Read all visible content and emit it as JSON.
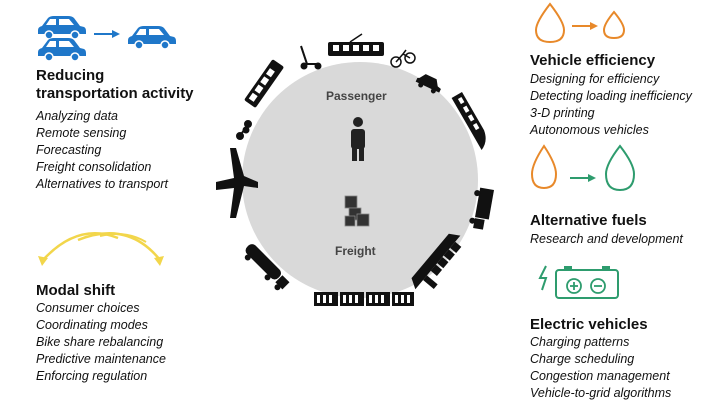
{
  "colors": {
    "car_blue": "#1f77c9",
    "arrow_blue": "#1f77c9",
    "efficiency_orange": "#e8892a",
    "fuel_green": "#2e9c6e",
    "shift_yellow": "#f2d64b",
    "circle_gray": "#d9d9d9",
    "vehicle_black": "#111111"
  },
  "center": {
    "passenger_label": "Passenger",
    "freight_label": "Freight"
  },
  "sections": {
    "reducing": {
      "title_line1": "Reducing",
      "title_line2": "transportation activity",
      "items": [
        "Analyzing data",
        "Remote sensing",
        "Forecasting",
        "Freight consolidation",
        "Alternatives to transport"
      ]
    },
    "modal_shift": {
      "title": "Modal shift",
      "items": [
        "Consumer choices",
        "Coordinating modes",
        "Bike share rebalancing",
        "Predictive maintenance",
        "Enforcing regulation"
      ]
    },
    "vehicle_efficiency": {
      "title": "Vehicle efficiency",
      "items": [
        "Designing for efficiency",
        "Detecting loading inefficiency",
        "3-D printing",
        "Autonomous vehicles"
      ]
    },
    "alternative_fuels": {
      "title": "Alternative fuels",
      "items": [
        "Research and development"
      ]
    },
    "electric_vehicles": {
      "title": "Electric vehicles",
      "items": [
        "Charging patterns",
        "Charge scheduling",
        "Congestion management",
        "Vehicle-to-grid algorithms"
      ]
    }
  }
}
